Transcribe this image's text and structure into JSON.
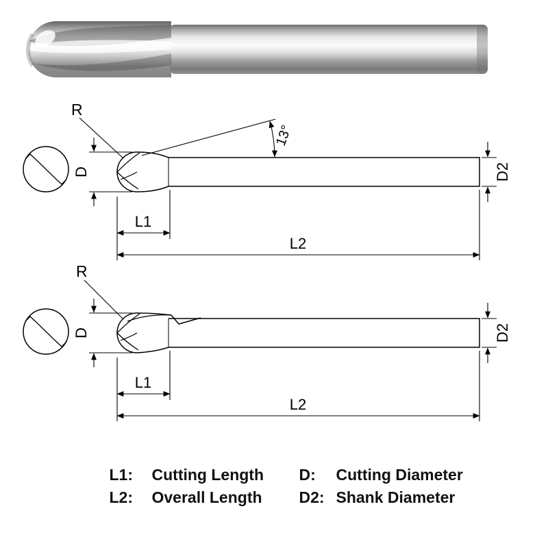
{
  "page": {
    "background": "#ffffff",
    "line_color": "#000000",
    "metal_light": "#f5f5f5",
    "metal_dark": "#7c7c7c"
  },
  "drawing1": {
    "labels": {
      "radius": "R",
      "angle": "13°",
      "cutting_diameter": "D",
      "shank_diameter": "D2",
      "cutting_length": "L1",
      "overall_length": "L2"
    }
  },
  "drawing2": {
    "labels": {
      "radius": "R",
      "cutting_diameter": "D",
      "shank_diameter": "D2",
      "cutting_length": "L1",
      "overall_length": "L2"
    }
  },
  "legend": {
    "rows": [
      {
        "key1": "L1:",
        "value1": "Cutting Length",
        "key2": "D:",
        "value2": "Cutting Diameter"
      },
      {
        "key1": "L2:",
        "value1": "Overall Length",
        "key2": "D2:",
        "value2": "Shank Diameter"
      }
    ]
  }
}
